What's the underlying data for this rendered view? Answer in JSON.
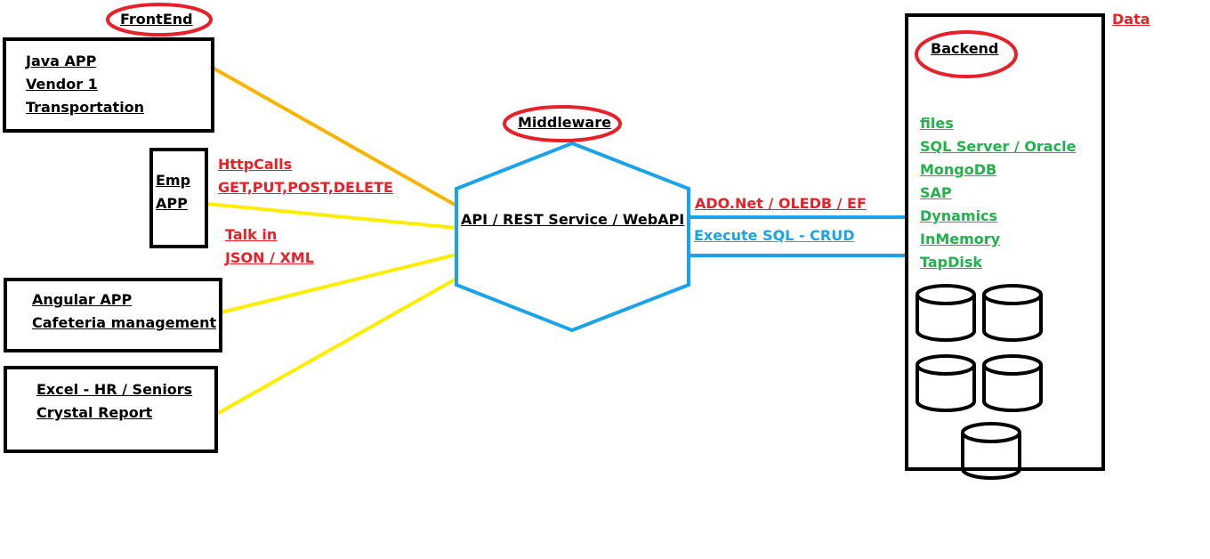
{
  "colors": {
    "red": "#e8202a",
    "green": "#22b14c",
    "blue": "#1aa3e8",
    "orange": "#f7b500",
    "yellow": "#ffed00",
    "black": "#000000"
  },
  "frontend": {
    "title": "FrontEnd",
    "java_app": [
      "Java APP",
      "Vendor 1",
      "Transportation"
    ],
    "emp_app": [
      "Emp",
      "APP"
    ],
    "angular_app": [
      "Angular APP",
      "Cafeteria management"
    ],
    "excel_app": [
      "Excel - HR / Seniors",
      "Crystal Report"
    ]
  },
  "http": {
    "calls": [
      "HttpCalls",
      "GET,PUT,POST,DELETE"
    ],
    "talk": [
      "Talk in",
      "JSON / XML"
    ]
  },
  "middleware": {
    "title": "Middleware",
    "service": "API / REST Service / WebAPI",
    "ado": "ADO.Net / OLEDB / EF",
    "execute": "Execute SQL - CRUD"
  },
  "data": {
    "label": "Data",
    "backend_title": "Backend",
    "stores": [
      "files",
      "SQL Server / Oracle",
      "MongoDB",
      "SAP",
      "Dynamics",
      "InMemory",
      "TapDisk"
    ]
  }
}
